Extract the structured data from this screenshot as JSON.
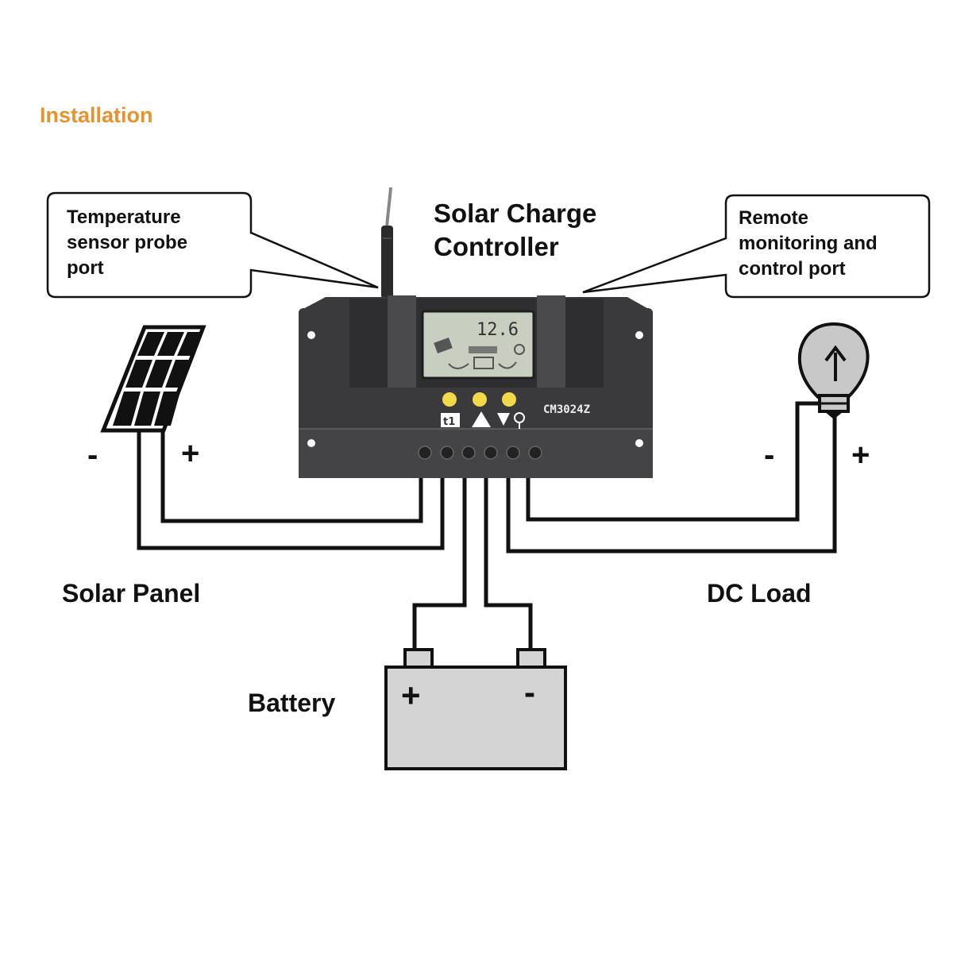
{
  "header": {
    "title": "Installation",
    "accent": "#e8922e"
  },
  "controller": {
    "title_line1": "Solar Charge",
    "title_line2": "Controller",
    "model": "CM3024Z",
    "lcd_value": "12.6",
    "body_color": "#3a3a3c",
    "lcd_color": "#c9cfc0",
    "button_color": "#f2d94a"
  },
  "callouts": {
    "temp_sensor": {
      "line1": "Temperature",
      "line2": "sensor probe",
      "line3": "port"
    },
    "remote": {
      "line1": "Remote",
      "line2": "monitoring and",
      "line3": "control port"
    }
  },
  "solar_panel": {
    "label": "Solar Panel",
    "minus": "-",
    "plus": "+"
  },
  "dc_load": {
    "label": "DC Load",
    "minus": "-",
    "plus": "+"
  },
  "battery": {
    "label": "Battery",
    "plus": "+",
    "minus": "-",
    "color": "#d4d4d4"
  }
}
